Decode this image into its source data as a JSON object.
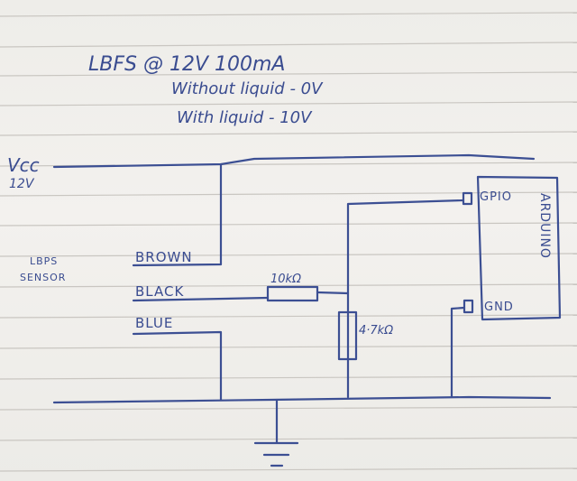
{
  "header": {
    "title": "LBFS  @  12V  100mA",
    "line_without": "Without liquid  -  0V",
    "line_with": "With liquid    -  10V"
  },
  "supply": {
    "label": "Vcc",
    "voltage": "12V"
  },
  "sensor": {
    "label_line1": "LBPS",
    "label_line2": "SENSOR",
    "wires": [
      "BROWN",
      "BLACK",
      "BLUE"
    ]
  },
  "components": {
    "series_resistor": "10kΩ",
    "pulldown_resistor": "4·7kΩ"
  },
  "arduino": {
    "label": "ARDUINO",
    "pin_gpio": "GPIO",
    "pin_gnd": "GND"
  },
  "colors": {
    "ink": "#3a4c90",
    "paper": "#f1efec",
    "ruled_line": "#c9c6c1"
  }
}
